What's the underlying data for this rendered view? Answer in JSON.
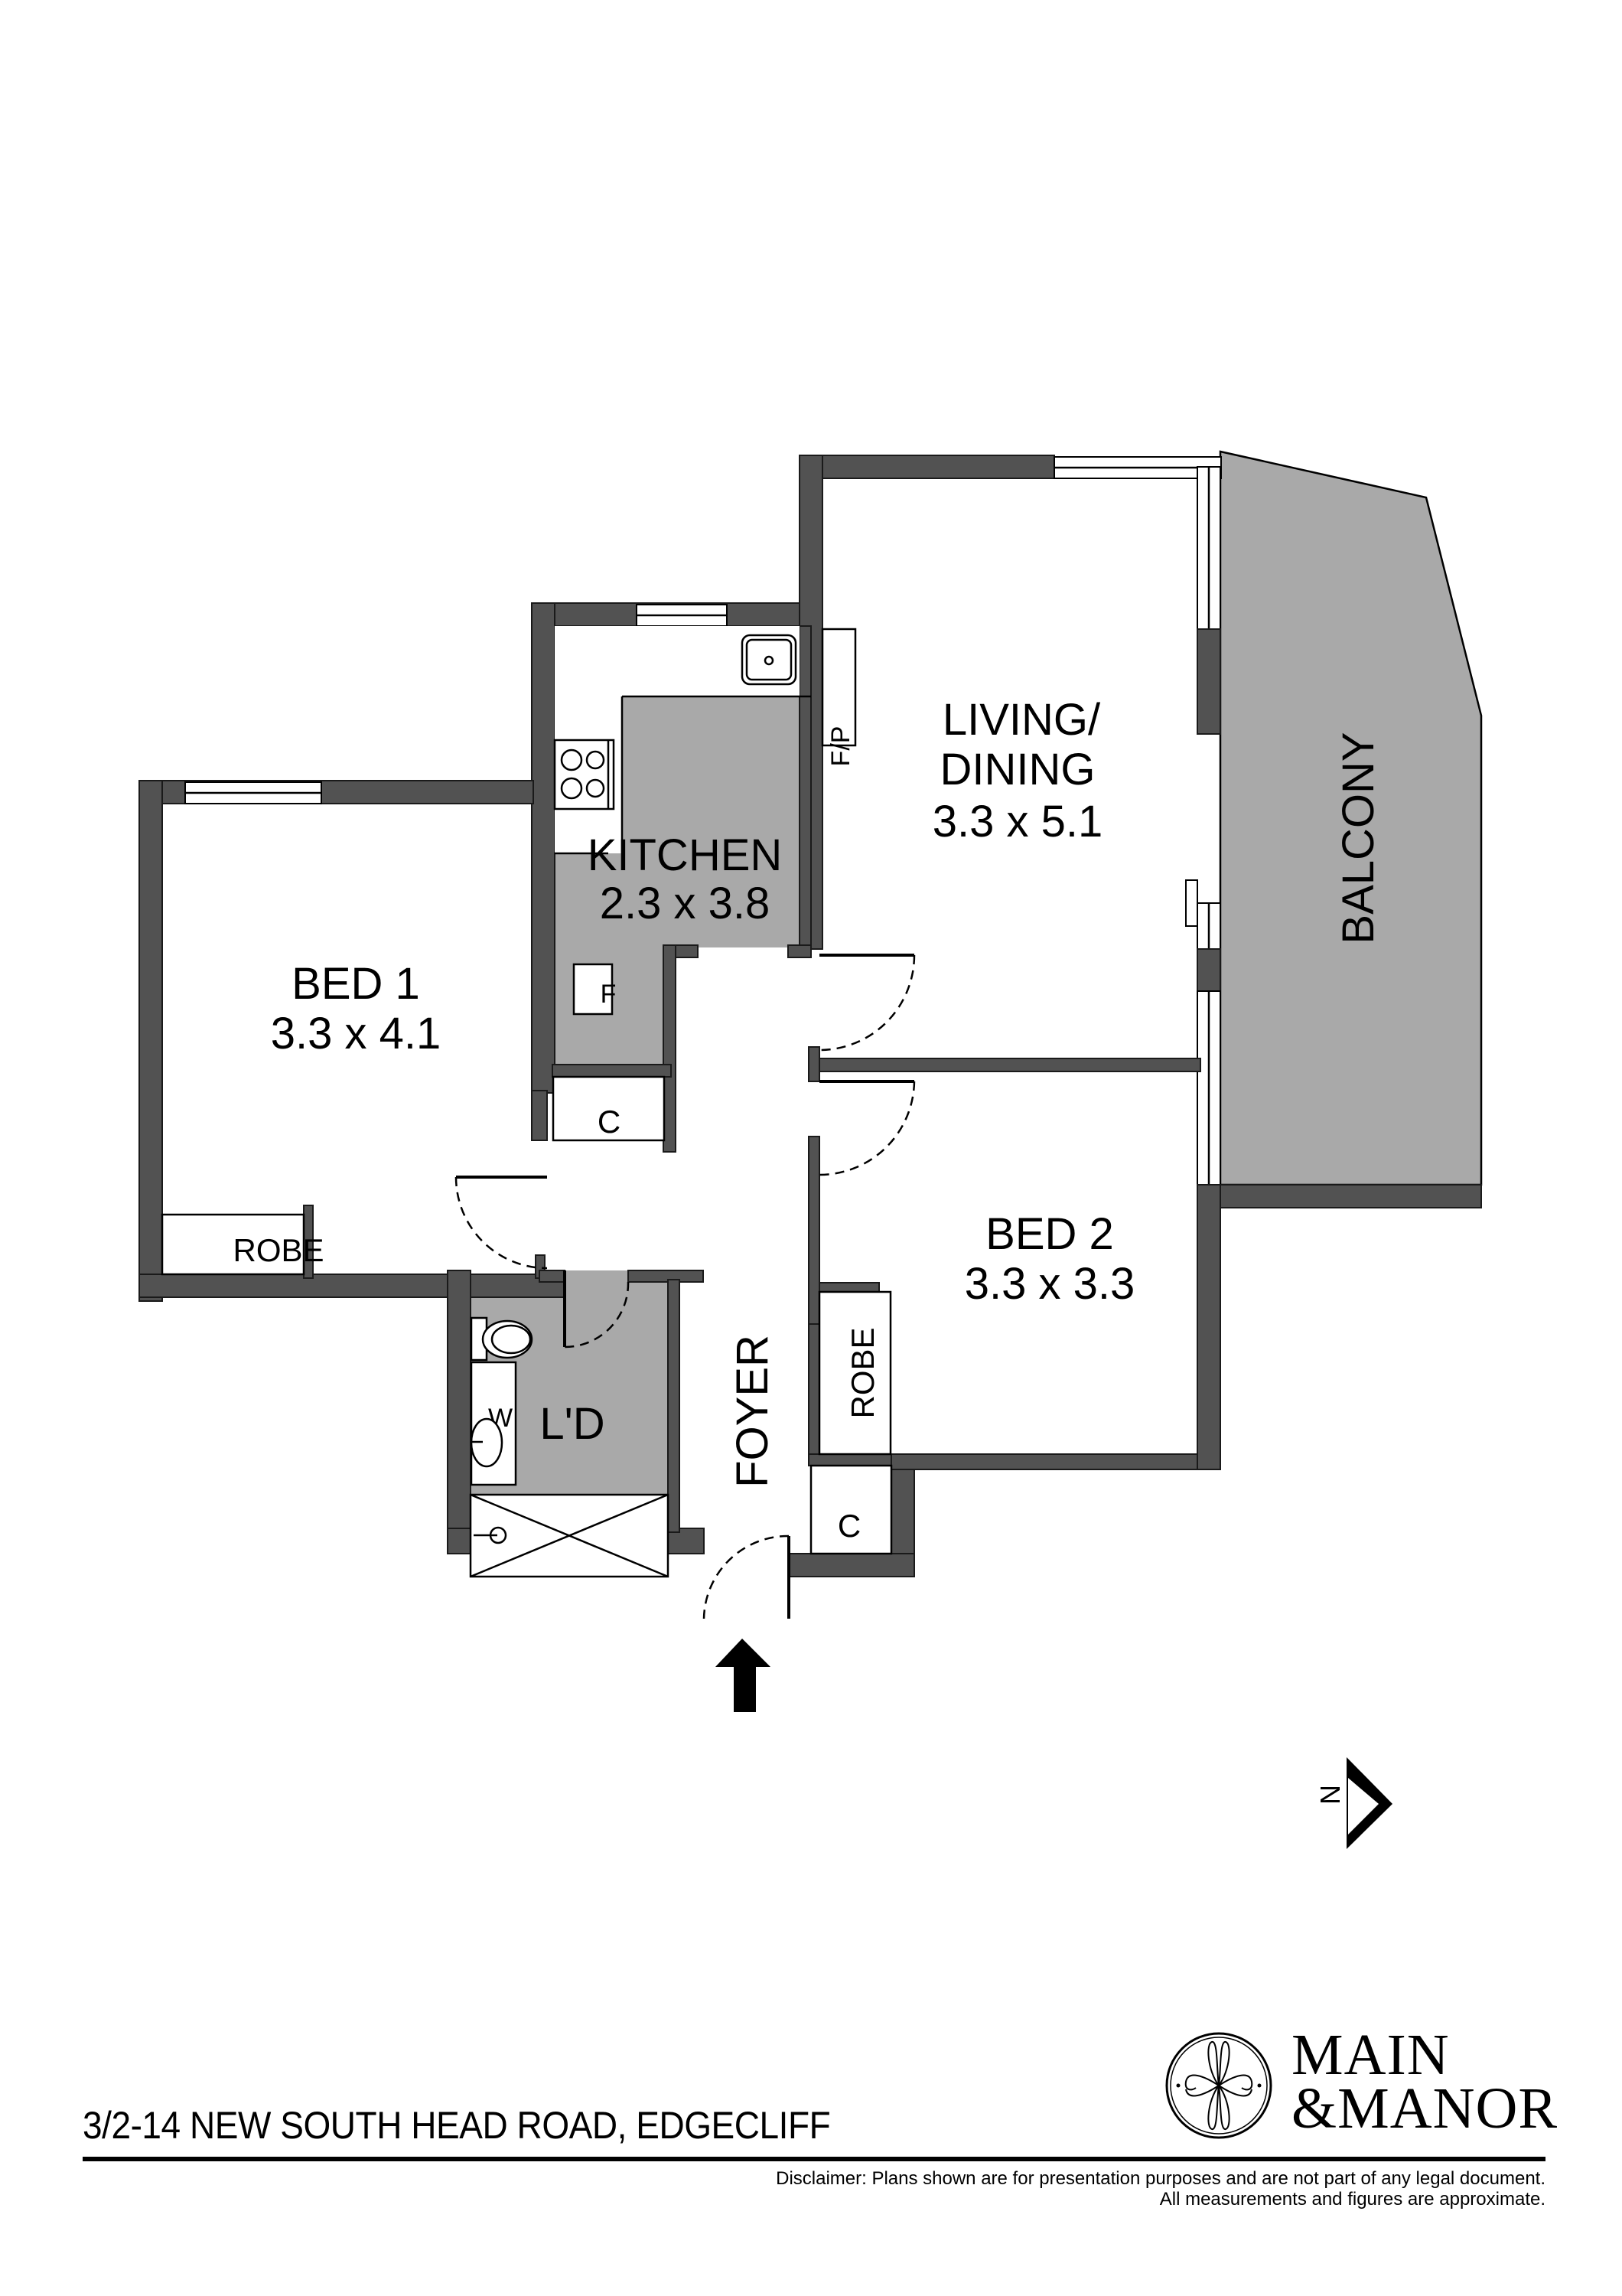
{
  "document": {
    "type": "floor plan",
    "address": "3/2-14 NEW SOUTH HEAD ROAD, EDGECLIFF",
    "disclaimer": {
      "line1": "Disclaimer: Plans shown are for presentation purposes and are not part of any legal document.",
      "line2": "All measurements and figures are approximate."
    },
    "brand": {
      "line1": "MAIN",
      "line2": "&MANOR",
      "emblem": "ornamental-monogram-circle"
    }
  },
  "rooms": {
    "living": {
      "name_line1": "LIVING/",
      "name_line2": "DINING",
      "size": "3.3 x 5.1"
    },
    "kitchen": {
      "name": "KITCHEN",
      "size": "2.3 x 3.8"
    },
    "bed1": {
      "name": "BED 1",
      "size": "3.3 x 4.1"
    },
    "bed2": {
      "name": "BED 2",
      "size": "3.3 x 3.3"
    },
    "balcony": {
      "name": "BALCONY"
    },
    "foyer": {
      "name": "FOYER"
    },
    "laundry": {
      "name": "L'D"
    },
    "bed1_robe": {
      "name": "ROBE"
    },
    "bed2_robe": {
      "name": "ROBE"
    },
    "cupboard_hall": {
      "name": "C"
    },
    "cupboard_entry": {
      "name": "C"
    },
    "fridge": {
      "name": "F"
    },
    "washer": {
      "name": "W"
    },
    "fireplace": {
      "name": "F/P"
    }
  },
  "symbols": {
    "entry_arrow": "arrow-up-icon",
    "north_label": "N",
    "north_arrow": "north-arrow-icon"
  },
  "colors": {
    "wall": "#525252",
    "wet_area": "#a9a9a9",
    "balcony": "#a9a9a9",
    "background": "#ffffff",
    "ink": "#000000"
  }
}
